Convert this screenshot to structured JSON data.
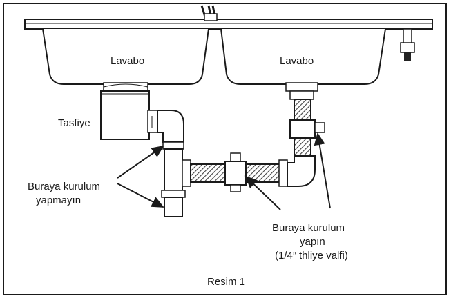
{
  "labels": {
    "sink_left": "Lavabo",
    "sink_right": "Lavabo",
    "disposer": "Tasfiye",
    "do_not_install_line1": "Buraya kurulum",
    "do_not_install_line2": "yapmayın",
    "install_here_line1": "Buraya kurulum",
    "install_here_line2": "yapın",
    "install_here_line3": "(1/4” thliye valfi)",
    "caption": "Resim 1"
  },
  "colors": {
    "line": "#1a1a1a",
    "pipe_fill": "#ffffff",
    "hatch": "#555555"
  }
}
